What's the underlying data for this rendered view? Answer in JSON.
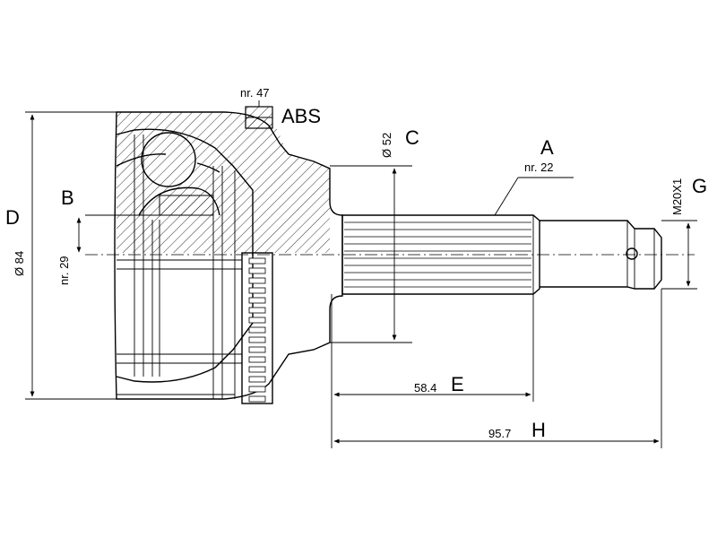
{
  "labels": {
    "A": "A",
    "B": "B",
    "C": "C",
    "D": "D",
    "E": "E",
    "G": "G",
    "H": "H",
    "ABS": "ABS"
  },
  "values": {
    "abs_teeth": "nr. 47",
    "spline_teeth": "nr. 22",
    "inner_teeth": "nr. 29",
    "diameter_c": "Ø 52",
    "diameter_d": "Ø 84",
    "thread_g": "M20X1",
    "length_e": "58.4",
    "length_h": "95.7"
  },
  "colors": {
    "line": "#000000",
    "background": "#ffffff"
  }
}
